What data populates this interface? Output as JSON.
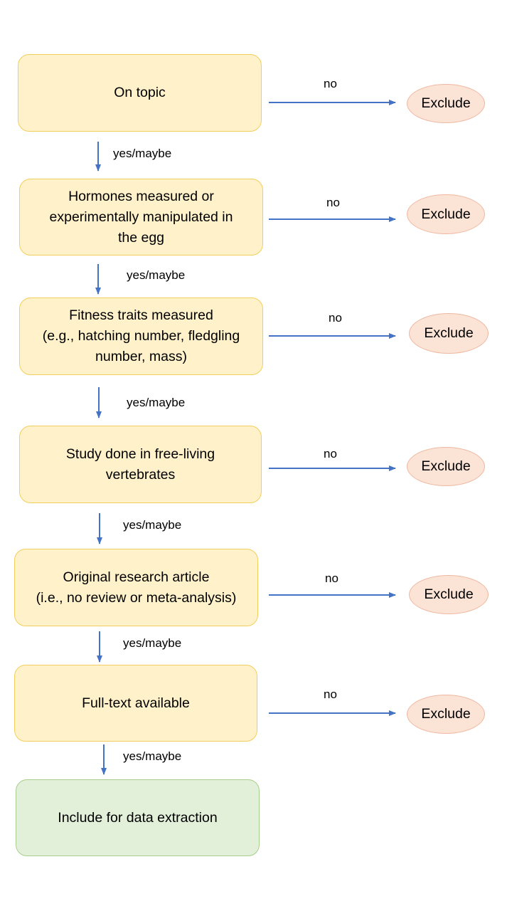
{
  "steps": [
    {
      "text": "On topic"
    },
    {
      "text": "Hormones measured or\nexperimentally manipulated  in\nthe egg"
    },
    {
      "text": "Fitness traits measured\n(e.g., hatching number, fledgling\nnumber, mass)"
    },
    {
      "text": "Study done in free-living\nvertebrates"
    },
    {
      "text": "Original research article\n(i.e., no review or meta-analysis)"
    },
    {
      "text": "Full-text available"
    }
  ],
  "final": {
    "text": "Include for data extraction"
  },
  "exclude_label": "Exclude",
  "no_label": "no",
  "yes_label": "yes/maybe",
  "colors": {
    "step_fill": "#fff1c9",
    "step_border": "#f2cf5c",
    "final_fill": "#e2efd9",
    "final_border": "#a6cf8e",
    "exclude_fill": "#fbe3d6",
    "exclude_border": "#efb8a0",
    "arrow": "#4472c4"
  }
}
